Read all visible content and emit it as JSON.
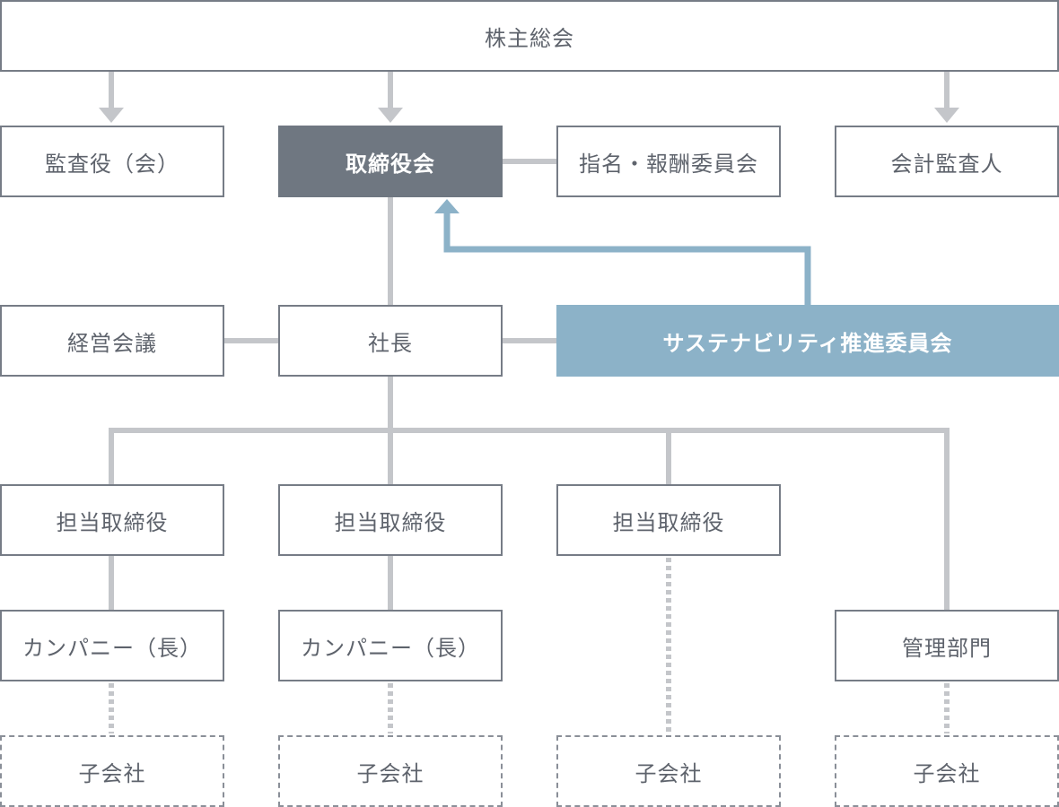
{
  "org": {
    "shareholders": "株主総会",
    "auditors": "監査役（会）",
    "board": "取締役会",
    "nomination": "指名・報酬委員会",
    "accounting_auditor": "会計監査人",
    "management_meeting": "経営会議",
    "president": "社長",
    "sustainability": "サステナビリティ推進委員会",
    "director_1": "担当取締役",
    "director_2": "担当取締役",
    "director_3": "担当取締役",
    "company_1": "カンパニー（長）",
    "company_2": "カンパニー（長）",
    "admin": "管理部門",
    "subsidiary_1": "子会社",
    "subsidiary_2": "子会社",
    "subsidiary_3": "子会社",
    "subsidiary_4": "子会社"
  },
  "colors": {
    "connector": "#c4c6ca",
    "accent_arrow": "#8cb2c8",
    "board_fill": "#6f7781",
    "sustainability_fill": "#8cb2c8"
  }
}
